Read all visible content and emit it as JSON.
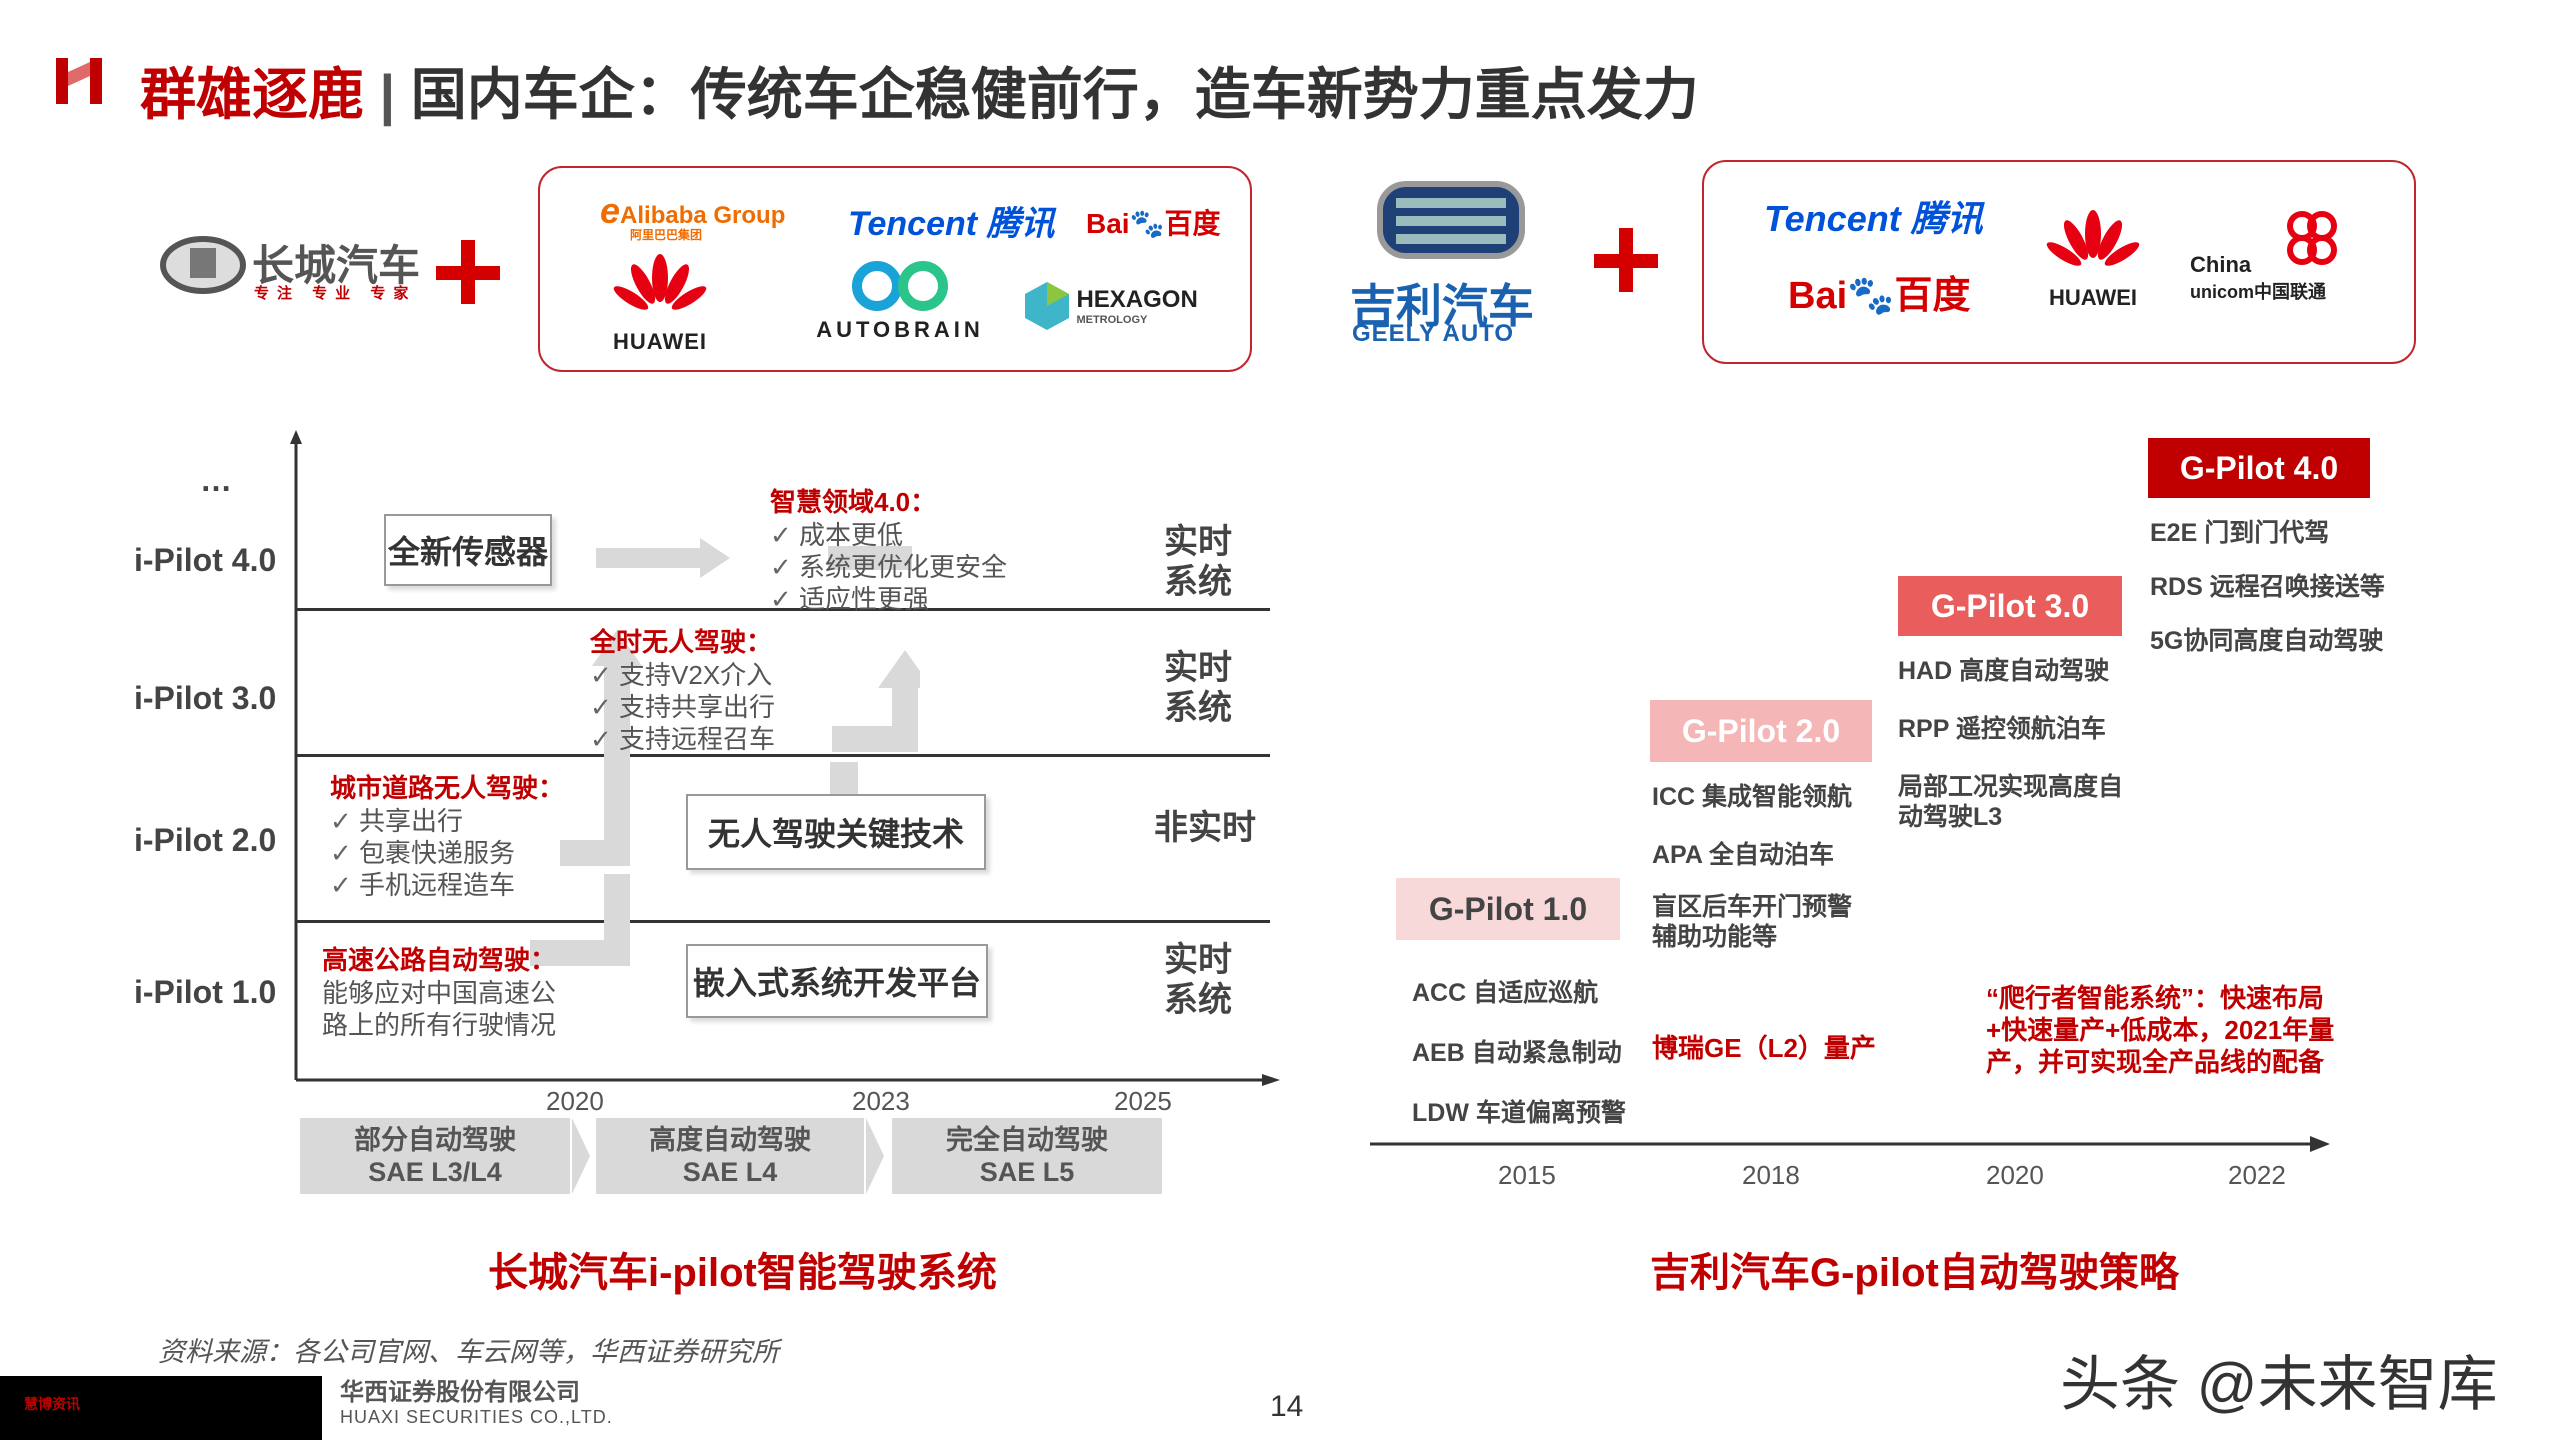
{
  "header": {
    "title_red": "群雄逐鹿",
    "title_sep": " | ",
    "title_rest": "国内车企：传统车企稳健前行，造车新势力重点发力"
  },
  "left_top": {
    "oem": {
      "cn": "长城汽车",
      "sub": "专注 专业 专家"
    },
    "partners": [
      {
        "name": "Alibaba Group",
        "sub": "阿里巴巴集团"
      },
      {
        "name": "Tencent 腾讯"
      },
      {
        "name": "Bai",
        "suffix": "百度"
      },
      {
        "name": "HUAWEI"
      },
      {
        "name": "AUTOBRAIN"
      },
      {
        "name": "HEXAGON",
        "sub": "METROLOGY"
      }
    ]
  },
  "right_top": {
    "oem": {
      "cn": "吉利汽车",
      "en": "GEELY AUTO"
    },
    "partners": [
      {
        "name": "Tencent 腾讯"
      },
      {
        "name": "HUAWEI"
      },
      {
        "name": "China",
        "sub": "unicom中国联通"
      },
      {
        "name": "Bai",
        "suffix": "百度"
      }
    ]
  },
  "ipilot": {
    "ellipsis": "…",
    "levels": [
      "i-Pilot 4.0",
      "i-Pilot 3.0",
      "i-Pilot 2.0",
      "i-Pilot 1.0"
    ],
    "boxes": {
      "sensor": "全新传感器",
      "key_tech": "无人驾驶关键技术",
      "embedded": "嵌入式系统开发平台"
    },
    "side_labels": [
      "实时\n系统",
      "实时\n系统",
      "非实时",
      "实时\n系统"
    ],
    "f4": {
      "title": "智慧领域4.0：",
      "items": [
        "成本更低",
        "系统更优化更安全",
        "适应性更强"
      ]
    },
    "f3": {
      "title": "全时无人驾驶：",
      "items": [
        "支持V2X介入",
        "支持共享出行",
        "支持远程召车"
      ]
    },
    "f2": {
      "title": "城市道路无人驾驶：",
      "items": [
        "共享出行",
        "包裹快递服务",
        "手机远程造车"
      ]
    },
    "f1": {
      "title": "高速公路自动驾驶：",
      "lines": [
        "能够应对中国高速公",
        "路上的所有行驶情况"
      ]
    },
    "years": [
      "2020",
      "2023",
      "2025"
    ],
    "sae": [
      {
        "l1": "部分自动驾驶",
        "l2": "SAE L3/L4"
      },
      {
        "l1": "高度自动驾驶",
        "l2": "SAE L4"
      },
      {
        "l1": "完全自动驾驶",
        "l2": "SAE L5"
      }
    ],
    "caption": "长城汽车i-pilot智能驾驶系统"
  },
  "gpilot": {
    "stages": [
      "G-Pilot 1.0",
      "G-Pilot 2.0",
      "G-Pilot 3.0",
      "G-Pilot 4.0"
    ],
    "g1_items": [
      "ACC 自适应巡航",
      "AEB 自动紧急制动",
      "LDW 车道偏离预警"
    ],
    "g2_items": [
      "ICC 集成智能领航",
      "APA 全自动泊车",
      "盲区后车开门预警",
      "辅助功能等"
    ],
    "g2_red": "博瑞GE（L2）量产",
    "g3_items": [
      "HAD 高度自动驾驶",
      "RPP 遥控领航泊车",
      "局部工况实现高度自",
      "动驾驶L3"
    ],
    "g4_items": [
      "E2E 门到门代驾",
      "RDS 远程召唤接送等",
      "5G协同高度自动驾驶"
    ],
    "note": [
      "“爬行者智能系统”：快速布局",
      "+快速量产+低成本，2021年量",
      "产，并可实现全产品线的配备"
    ],
    "years": [
      "2015",
      "2018",
      "2020",
      "2022"
    ],
    "caption": "吉利汽车G-pilot自动驾驶策略"
  },
  "footer": {
    "source": "资料来源：各公司官网、车云网等，华西证券研究所",
    "company_cn": "华西证券股份有限公司",
    "company_en": "HUAXI SECURITIES CO.,LTD.",
    "page": "14",
    "watermark": "头条 @未来智库",
    "corner_tag": "慧博资讯"
  },
  "colors": {
    "brand_red": "#c00000",
    "accent_red": "#d40000",
    "pink": "#f8d9d9"
  }
}
